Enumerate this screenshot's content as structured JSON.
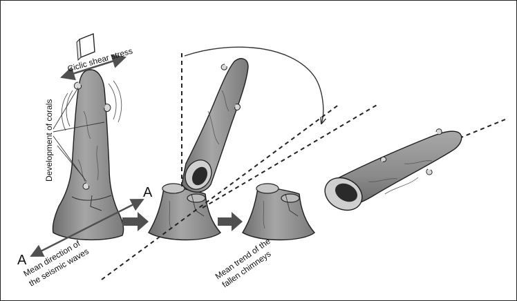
{
  "labels": {
    "cyclic_shear_stress": "Ciclic shear stress",
    "development_of_corals": "Development of corals",
    "point_a_top": "A",
    "point_a_bottom": "A",
    "mean_direction_line1": "Mean direction of",
    "mean_direction_line2": "the seismic waves",
    "mean_trend_line1": "Mean trend of the",
    "mean_trend_line2": "fallen chimneys"
  },
  "colors": {
    "background": "#ffffff",
    "chimney_fill": "#8f8f8f",
    "chimney_dark": "#6e6e6e",
    "chimney_light": "#b4b4b4",
    "outline": "#1e1e1e",
    "arrow_fill": "#505050",
    "coral": "#d8d8d8"
  },
  "icons": [
    "double-headed-arrow-icon",
    "process-arrow-icon",
    "coral-polyp-icon",
    "shear-plane-icon"
  ]
}
